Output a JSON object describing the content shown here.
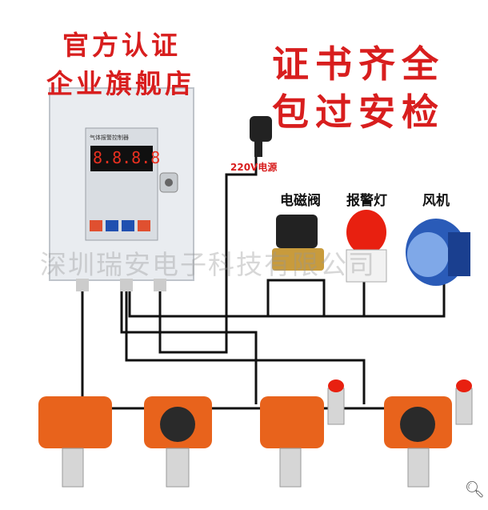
{
  "store_banner": {
    "line1": "官方认证",
    "line2": "企业旗舰店"
  },
  "cert_banner": {
    "line1": "证书齐全",
    "line2": "包过安检"
  },
  "controller": {
    "panel_title": "气体报警控制器",
    "display": "8.8.8.8"
  },
  "power_label": "220V电源",
  "devices": {
    "valve": "电磁阀",
    "alarm_light": "报警灯",
    "fan": "风机"
  },
  "watermark": "深圳瑞安电子科技有限公司",
  "zoom_icon": "magnifier-icon",
  "colors": {
    "accent_red": "#d81e1e",
    "detector_orange": "#e8631c",
    "fan_blue": "#2a5bb8",
    "valve_brass": "#c89b3c"
  }
}
